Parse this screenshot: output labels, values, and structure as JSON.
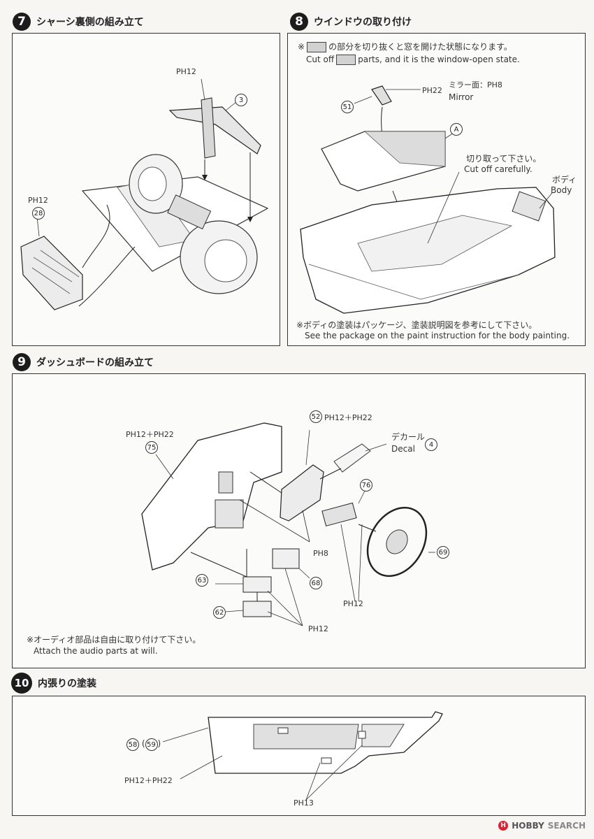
{
  "steps": {
    "s7": {
      "num": "7",
      "title": "シャーシ裏側の組み立て"
    },
    "s8": {
      "num": "8",
      "title": "ウインドウの取り付け"
    },
    "s9": {
      "num": "9",
      "title": "ダッシュボードの組み立て"
    },
    "s10": {
      "num": "10",
      "title": "内張りの塗装"
    }
  },
  "p7": {
    "glue_top": "PH12",
    "glue_left": "PH12",
    "part_3": "3",
    "part_28": "28"
  },
  "p8": {
    "note_jp": "の部分を切り抜くと窓を開けた状態になります。",
    "note_mark": "※",
    "note_en_a": "Cut off",
    "note_en_b": "parts, and it is the window-open state.",
    "part_51": "51",
    "glue_51": "PH22",
    "mirror_jp": "ミラー面：",
    "mirror_glue": "PH8",
    "mirror_en": "Mirror",
    "part_A": "A",
    "cut_jp": "切り取って下さい。",
    "cut_en": "Cut off carefully.",
    "body_jp": "ボディ",
    "body_en": "Body",
    "paint_jp": "※ボディの塗装はパッケージ、塗装説明図を参考にして下さい。",
    "paint_en": "See the package on the paint instruction for the body painting."
  },
  "p9": {
    "glue_75": "PH12＋PH22",
    "part_75": "75",
    "part_52": "52",
    "glue_52": "PH12＋PH22",
    "decal_jp": "デカール",
    "decal_en": "Decal",
    "part_4": "4",
    "part_76": "76",
    "part_69": "69",
    "glue_mid": "PH8",
    "part_63": "63",
    "part_62": "62",
    "part_68": "68",
    "glue_bot1": "PH12",
    "glue_bot2": "PH12",
    "audio_jp": "※オーディオ部品は自由に取り付けて下さい。",
    "audio_en": "Attach the audio parts at will."
  },
  "p10": {
    "part_58": "58",
    "part_59": "59",
    "glue_a": "PH12＋PH22",
    "glue_b": "PH13"
  },
  "watermark": {
    "brand": "HOBBY",
    "suffix": "SEARCH"
  }
}
